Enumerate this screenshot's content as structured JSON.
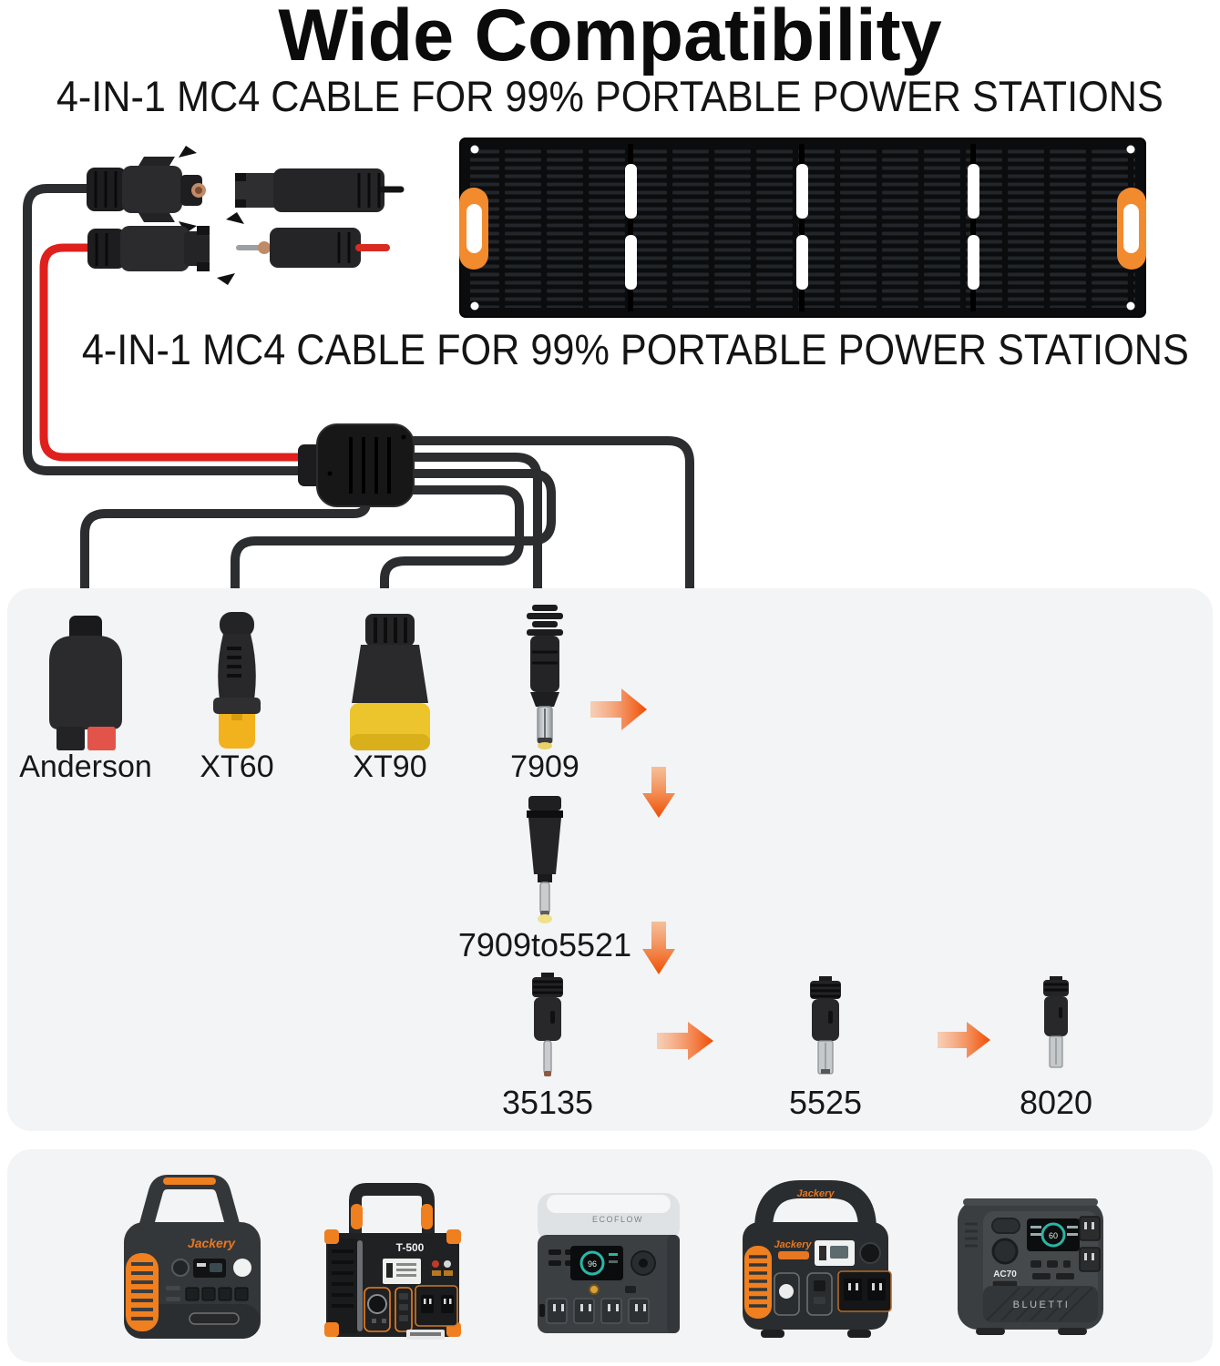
{
  "header": {
    "title": "Wide Compatibility",
    "subtitle_top": "4-IN-1 MC4 CABLE FOR 99% PORTABLE POWER STATIONS",
    "subtitle_mid": "4-IN-1 MC4 CABLE FOR 99% PORTABLE POWER STATIONS"
  },
  "connector_labels": {
    "anderson": "Anderson",
    "xt60": "XT60",
    "xt90": "XT90",
    "dc7909": "7909",
    "adapter_7909to5521": "7909to5521",
    "dc35135": "35135",
    "dc5525": "5525",
    "dc8020": "8020"
  },
  "station_logos": {
    "jackery_explorer_1000": "Jackery",
    "t500": "T-500",
    "ecoflow": "ECOFLOW",
    "jackery_explorer_300": "Jackery",
    "bluetti": "BLUETTI",
    "bluetti_model": "AC70"
  },
  "colors": {
    "accent_orange": "#ef7f1f",
    "arrow_orange": "#f04b00",
    "cable_red": "#e0201c",
    "cable_black": "#2b2d2f",
    "panel_bg": "#f3f4f6",
    "solar_panel": "#0b0c0d",
    "xt_yellow": "#f2b21e"
  }
}
